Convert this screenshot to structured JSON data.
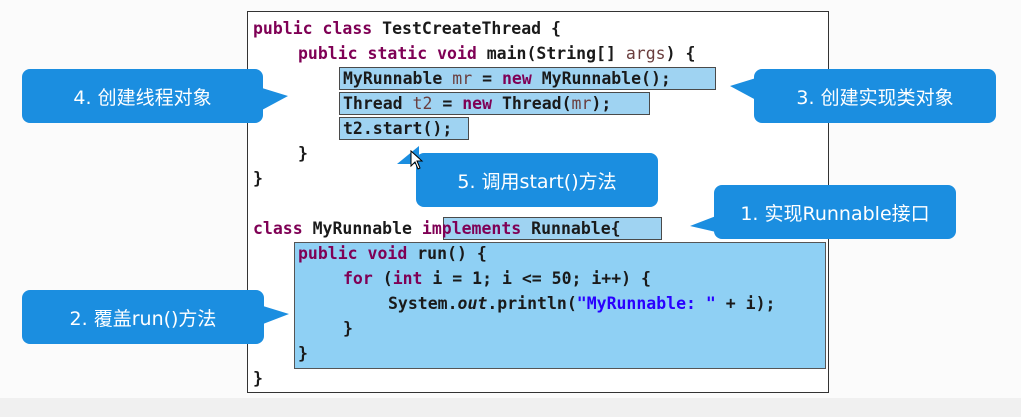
{
  "code": {
    "l1": {
      "kw": "public class",
      "rest": " TestCreateThread {"
    },
    "l2": {
      "kw": "public static void",
      "rest": " main(String[] ",
      "var": "args",
      "end": ") {"
    },
    "l3": {
      "a": "MyRunnable ",
      "v": "mr",
      "b": " = ",
      "kw": "new",
      "c": " MyRunnable();"
    },
    "l4": {
      "a": "Thread ",
      "v": "t2",
      "b": " = ",
      "kw": "new",
      "c": " Thread(",
      "v2": "mr",
      "d": ");"
    },
    "l5": "t2.start();",
    "l6": "}",
    "l7": "}",
    "l8": {
      "kw": "class",
      "name": " MyRunnable ",
      "impl": "implements",
      "rest": " Runnable",
      "brace": "{"
    },
    "l9": {
      "kw": "public void",
      "rest": " run() {"
    },
    "l10": {
      "kw1": "for",
      "a": " (",
      "kw2": "int",
      "b": " i = 1; i <= 50; i++) {"
    },
    "l11": {
      "a": "System.",
      "it": "out",
      "b": ".println(",
      "str": "\"MyRunnable: \"",
      "c": " + i);"
    },
    "l12": "}",
    "l13": "}",
    "l14": "}"
  },
  "callouts": {
    "c4": "4. 创建线程对象",
    "c3": "3. 创建实现类对象",
    "c5": "5. 调用start()方法",
    "c1": "1. 实现Runnable接口",
    "c2": "2. 覆盖run()方法"
  },
  "colors": {
    "callout": "#1b8ee0",
    "highlight": "#9fd3f2"
  }
}
